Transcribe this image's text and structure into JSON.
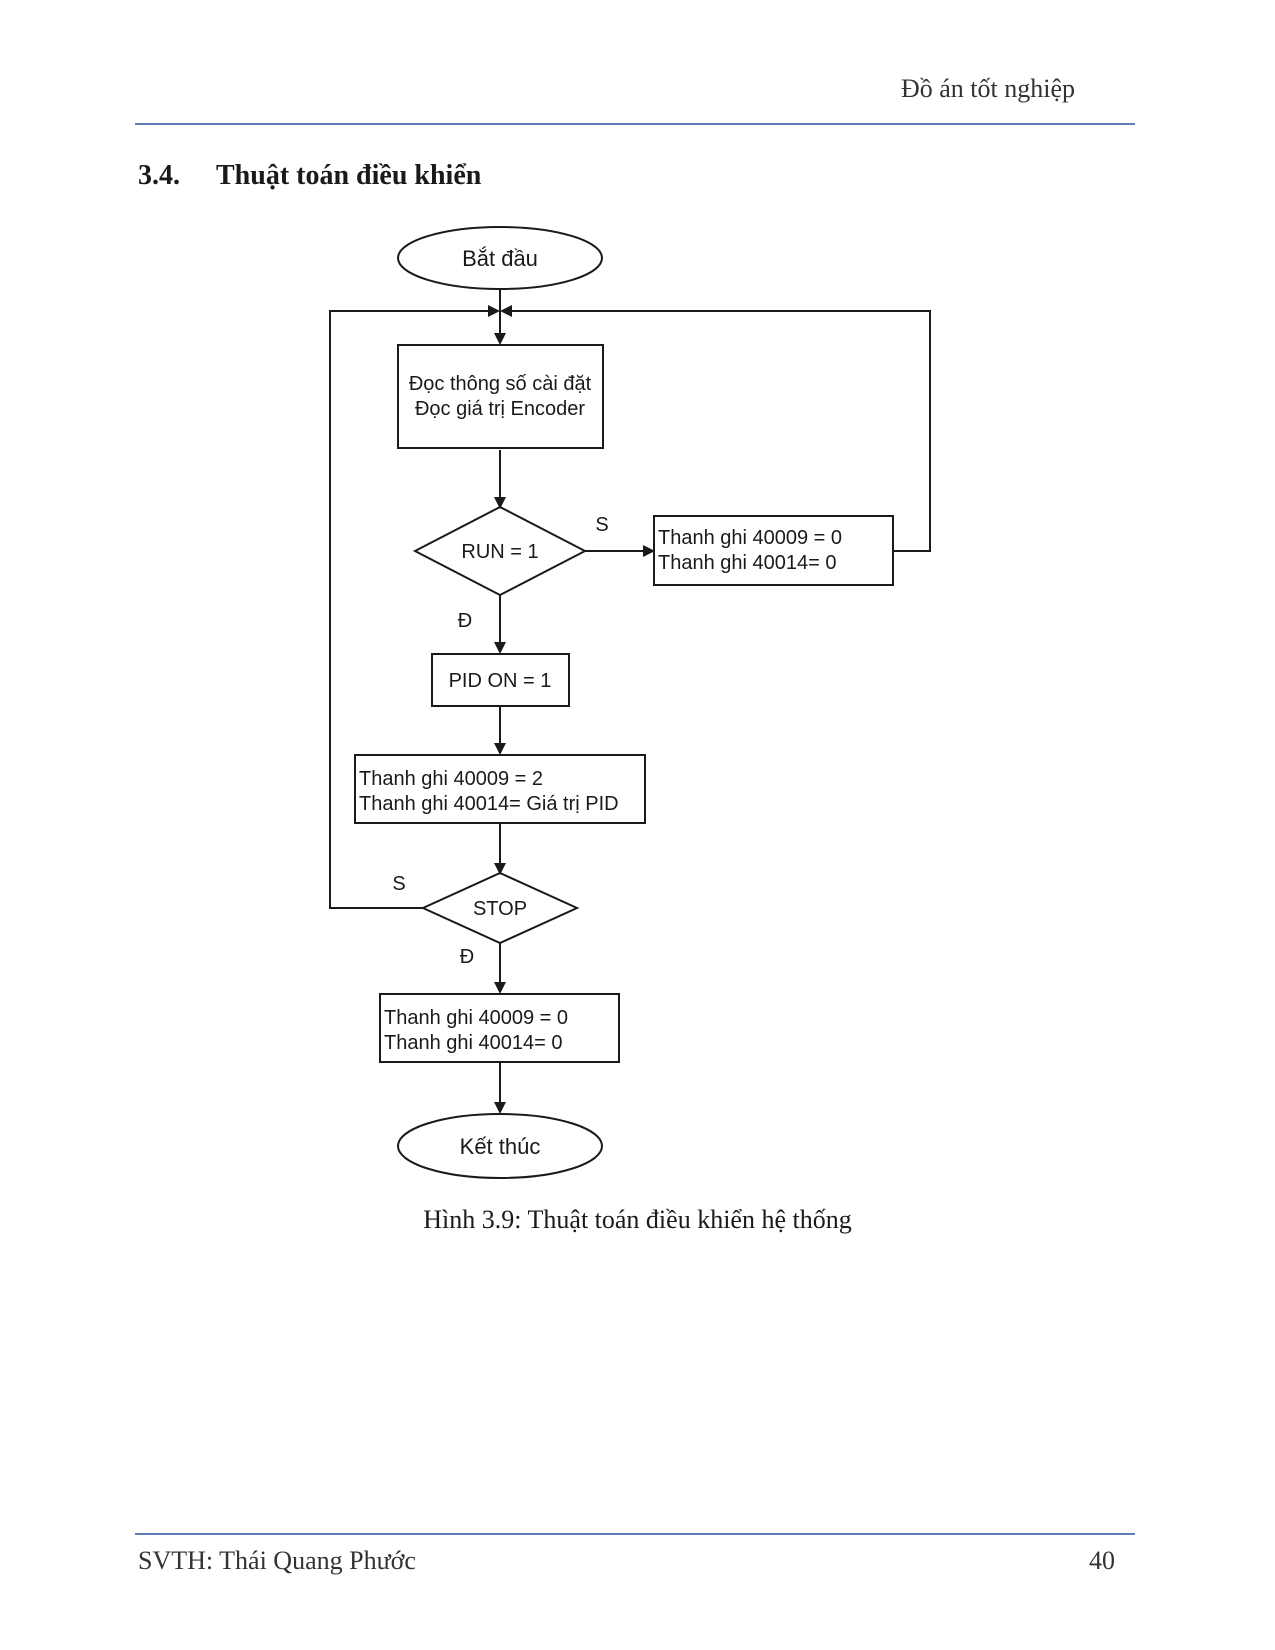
{
  "header": {
    "title": "Đồ án tốt nghiệp"
  },
  "section": {
    "number": "3.4.",
    "title": "Thuật toán điều khiển"
  },
  "flowchart": {
    "start": "Bắt đầu",
    "read": [
      "Đọc thông số cài đặt",
      "Đọc giá trị Encoder"
    ],
    "run_check": "RUN = 1",
    "run_no_label": "S",
    "run_no_action": [
      "Thanh ghi 40009 = 0",
      "Thanh ghi 40014= 0"
    ],
    "run_yes_label": "Đ",
    "pid_on": "PID ON = 1",
    "pid_action": [
      "Thanh ghi 40009 = 2",
      "Thanh ghi 40014= Giá trị PID"
    ],
    "stop_check": "STOP",
    "stop_no_label": "S",
    "stop_yes_label": "Đ",
    "stop_action": [
      "Thanh ghi 40009 = 0",
      "Thanh ghi 40014= 0"
    ],
    "end": "Kết thúc"
  },
  "caption": "Hình 3.9: Thuật toán điều khiển hệ thống",
  "footer": {
    "author": "SVTH: Thái Quang Phước",
    "page": "40"
  }
}
